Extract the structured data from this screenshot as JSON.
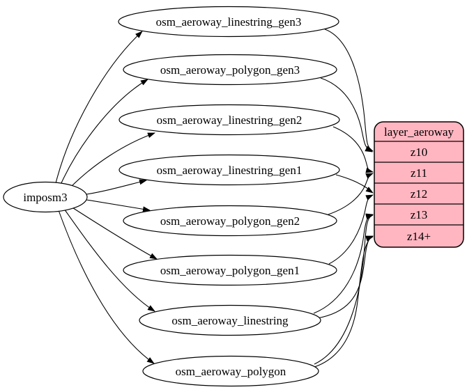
{
  "diagram": {
    "source": {
      "label": "imposm3"
    },
    "tables": [
      {
        "label": "osm_aeroway_linestring_gen3"
      },
      {
        "label": "osm_aeroway_polygon_gen3"
      },
      {
        "label": "osm_aeroway_linestring_gen2"
      },
      {
        "label": "osm_aeroway_linestring_gen1"
      },
      {
        "label": "osm_aeroway_polygon_gen2"
      },
      {
        "label": "osm_aeroway_polygon_gen1"
      },
      {
        "label": "osm_aeroway_linestring"
      },
      {
        "label": "osm_aeroway_polygon"
      }
    ],
    "layer": {
      "title": "layer_aeroway",
      "zoom_levels": [
        "z10",
        "z11",
        "z12",
        "z13",
        "z14+"
      ]
    },
    "edges": {
      "from_source_to": [
        "osm_aeroway_linestring_gen3",
        "osm_aeroway_polygon_gen3",
        "osm_aeroway_linestring_gen2",
        "osm_aeroway_linestring_gen1",
        "osm_aeroway_polygon_gen2",
        "osm_aeroway_polygon_gen1",
        "osm_aeroway_linestring",
        "osm_aeroway_polygon"
      ],
      "to_layer": [
        {
          "from": "osm_aeroway_linestring_gen3",
          "to": "z10"
        },
        {
          "from": "osm_aeroway_polygon_gen3",
          "to": "z10"
        },
        {
          "from": "osm_aeroway_linestring_gen2",
          "to": "z11"
        },
        {
          "from": "osm_aeroway_polygon_gen2",
          "to": "z11"
        },
        {
          "from": "osm_aeroway_linestring_gen1",
          "to": "z12"
        },
        {
          "from": "osm_aeroway_polygon_gen1",
          "to": "z12"
        },
        {
          "from": "osm_aeroway_linestring",
          "to": "z13"
        },
        {
          "from": "osm_aeroway_linestring",
          "to": "z14+"
        },
        {
          "from": "osm_aeroway_polygon",
          "to": "z13"
        },
        {
          "from": "osm_aeroway_polygon",
          "to": "z14+"
        }
      ]
    },
    "colors": {
      "layer_fill": "#ffb6c1",
      "table_fill": "#ffffff",
      "stroke": "#000000"
    }
  }
}
